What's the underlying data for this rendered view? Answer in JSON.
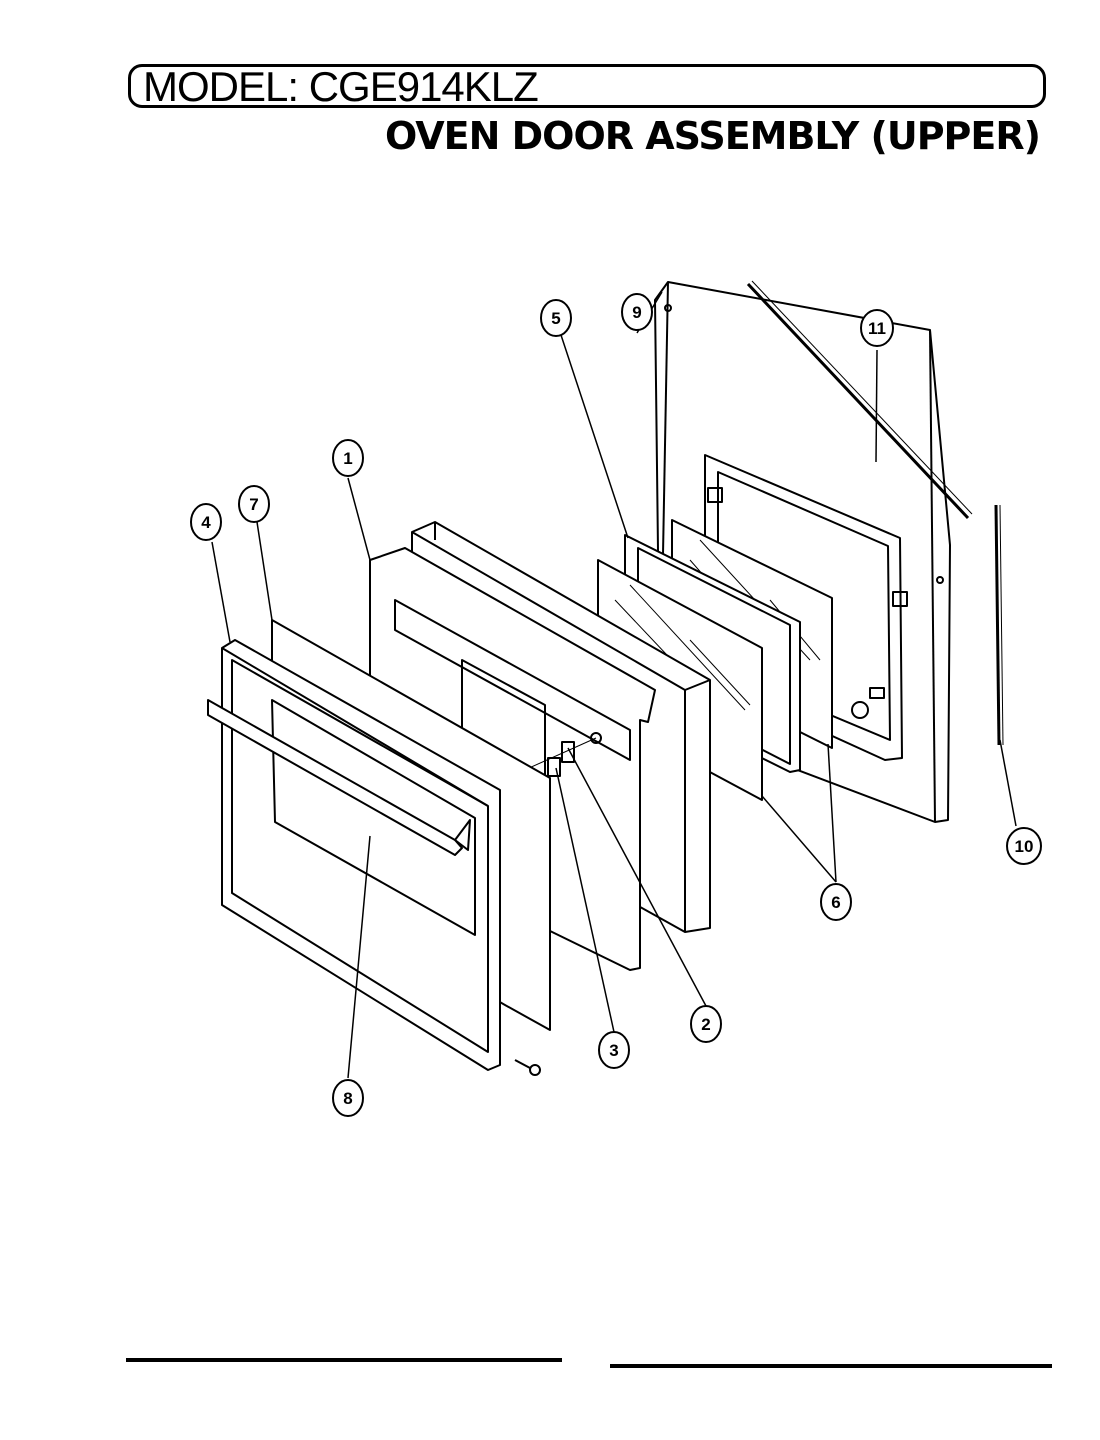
{
  "header": {
    "model_label": "MODEL: CGE914KLZ",
    "title": "OVEN DOOR ASSEMBLY (UPPER)"
  },
  "callouts": [
    {
      "id": "1",
      "label": "1"
    },
    {
      "id": "2",
      "label": "2"
    },
    {
      "id": "3",
      "label": "3"
    },
    {
      "id": "4",
      "label": "4"
    },
    {
      "id": "5",
      "label": "5"
    },
    {
      "id": "6",
      "label": "6"
    },
    {
      "id": "7",
      "label": "7"
    },
    {
      "id": "8",
      "label": "8"
    },
    {
      "id": "9",
      "label": "9"
    },
    {
      "id": "10",
      "label": "10"
    },
    {
      "id": "11",
      "label": "11"
    }
  ]
}
